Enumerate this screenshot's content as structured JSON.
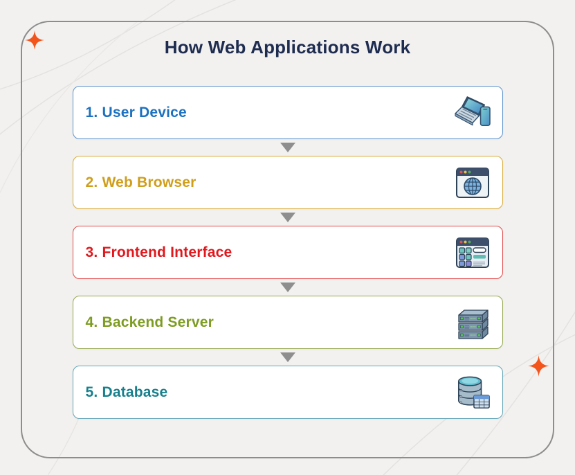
{
  "title": "How Web Applications Work",
  "theme": {
    "page_bg": "#f2f1ef",
    "container_border": "#8d8d8d",
    "card_bg": "#ffffff",
    "title_color": "#1e2c50",
    "arrow_color": "#8e8e8e",
    "sparkle_color": "#f3541c",
    "decor_line_color": "#e4e2e0"
  },
  "steps": [
    {
      "label": "1. User Device",
      "text_color": "#1c72c0",
      "border_color": "#5d93cd",
      "icon": "laptop-phone-icon"
    },
    {
      "label": "2. Web Browser",
      "text_color": "#cf9e1b",
      "border_color": "#d9ac3a",
      "icon": "browser-globe-icon"
    },
    {
      "label": "3. Frontend Interface",
      "text_color": "#e0181d",
      "border_color": "#e14a4a",
      "icon": "frontend-window-icon"
    },
    {
      "label": "4. Backend Server",
      "text_color": "#7d9c21",
      "border_color": "#94a84e",
      "icon": "server-stack-icon"
    },
    {
      "label": "5. Database",
      "text_color": "#17808d",
      "border_color": "#62a4b6",
      "icon": "database-table-icon"
    }
  ]
}
